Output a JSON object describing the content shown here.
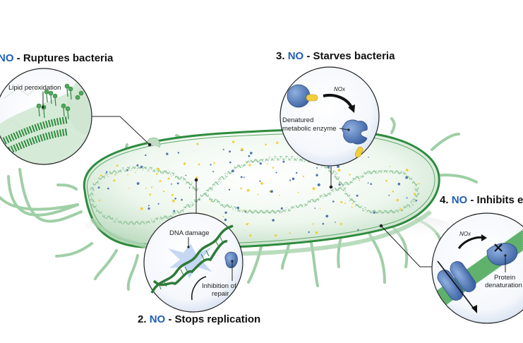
{
  "figure": {
    "description": "Mechanisms of nitric oxide (NO) antibacterial action on a rod-shaped bacterium",
    "colors": {
      "no_accent": "#1f5fb4",
      "membrane_green": "#2e8b3e",
      "cell_fill": "#d9ecd9",
      "enzyme_blue": "#4e74b0",
      "substrate_yellow": "#f2cf3a",
      "damage_glow": "#b7cdf0"
    }
  },
  "panels": [
    {
      "id": "1",
      "number_prefix": "",
      "agent": "NO",
      "separator": " - ",
      "effect": "Ruptures bacteria",
      "labels": [
        "Lipid peroxidation"
      ]
    },
    {
      "id": "2",
      "number_prefix": "2. ",
      "agent": "NO",
      "separator": " - ",
      "effect": "Stops replication",
      "labels": [
        "DNA damage",
        "Inhibition of",
        "repair"
      ]
    },
    {
      "id": "3",
      "number_prefix": "3. ",
      "agent": "NO",
      "separator": " - ",
      "effect": "Starves bacteria",
      "labels": [
        "Denatured",
        "metabolic enzyme"
      ],
      "reagent": "NOx"
    },
    {
      "id": "4",
      "number_prefix": "4. ",
      "agent": "NO",
      "separator": " - ",
      "effect": "Inhibits ef",
      "labels": [
        "Protein",
        "denaturation"
      ],
      "reagent": "NOx"
    }
  ]
}
